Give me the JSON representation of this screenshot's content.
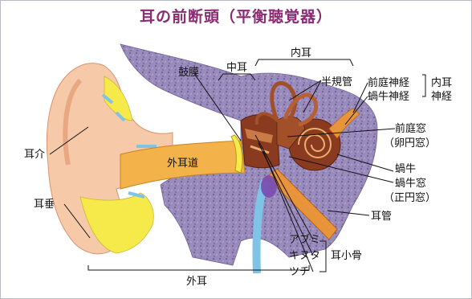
{
  "title": "耳の前断頭（平衡聴覚器）",
  "labels": {
    "outer_ear": "外耳",
    "middle_ear": "中耳",
    "inner_ear": "内耳",
    "eardrum": "鼓膜",
    "semicircular_canals": "半規管",
    "vestibular_nerve": "前庭神経",
    "cochlear_nerve": "蝸牛神経",
    "inner_ear_nerve_line1": "内耳",
    "inner_ear_nerve_line2": "神経",
    "oval_window": "前庭窓",
    "oval_window_alt": "（卵円窓）",
    "cochlea": "蝸牛",
    "round_window": "蝸牛窓",
    "round_window_alt": "（正円窓）",
    "eustachian_tube": "耳管",
    "ossicles": "耳小骨",
    "malleus": "アブミ",
    "incus": "キヌタ",
    "stapes": "ツチ",
    "auricle": "耳介",
    "earlobe": "耳垂",
    "ear_canal": "外耳道"
  },
  "colors": {
    "title": "#8a2b73",
    "skin": "#f6c9a8",
    "skin_dark": "#e9a882",
    "cartilage_yellow": "#f6ea4b",
    "bone_purple": "#8f7fb3",
    "canal_orange": "#f3b24a",
    "inner_brown": "#8a3a1e",
    "nerve_orange": "#e8943a",
    "tube_blue": "#7fc3e6"
  }
}
